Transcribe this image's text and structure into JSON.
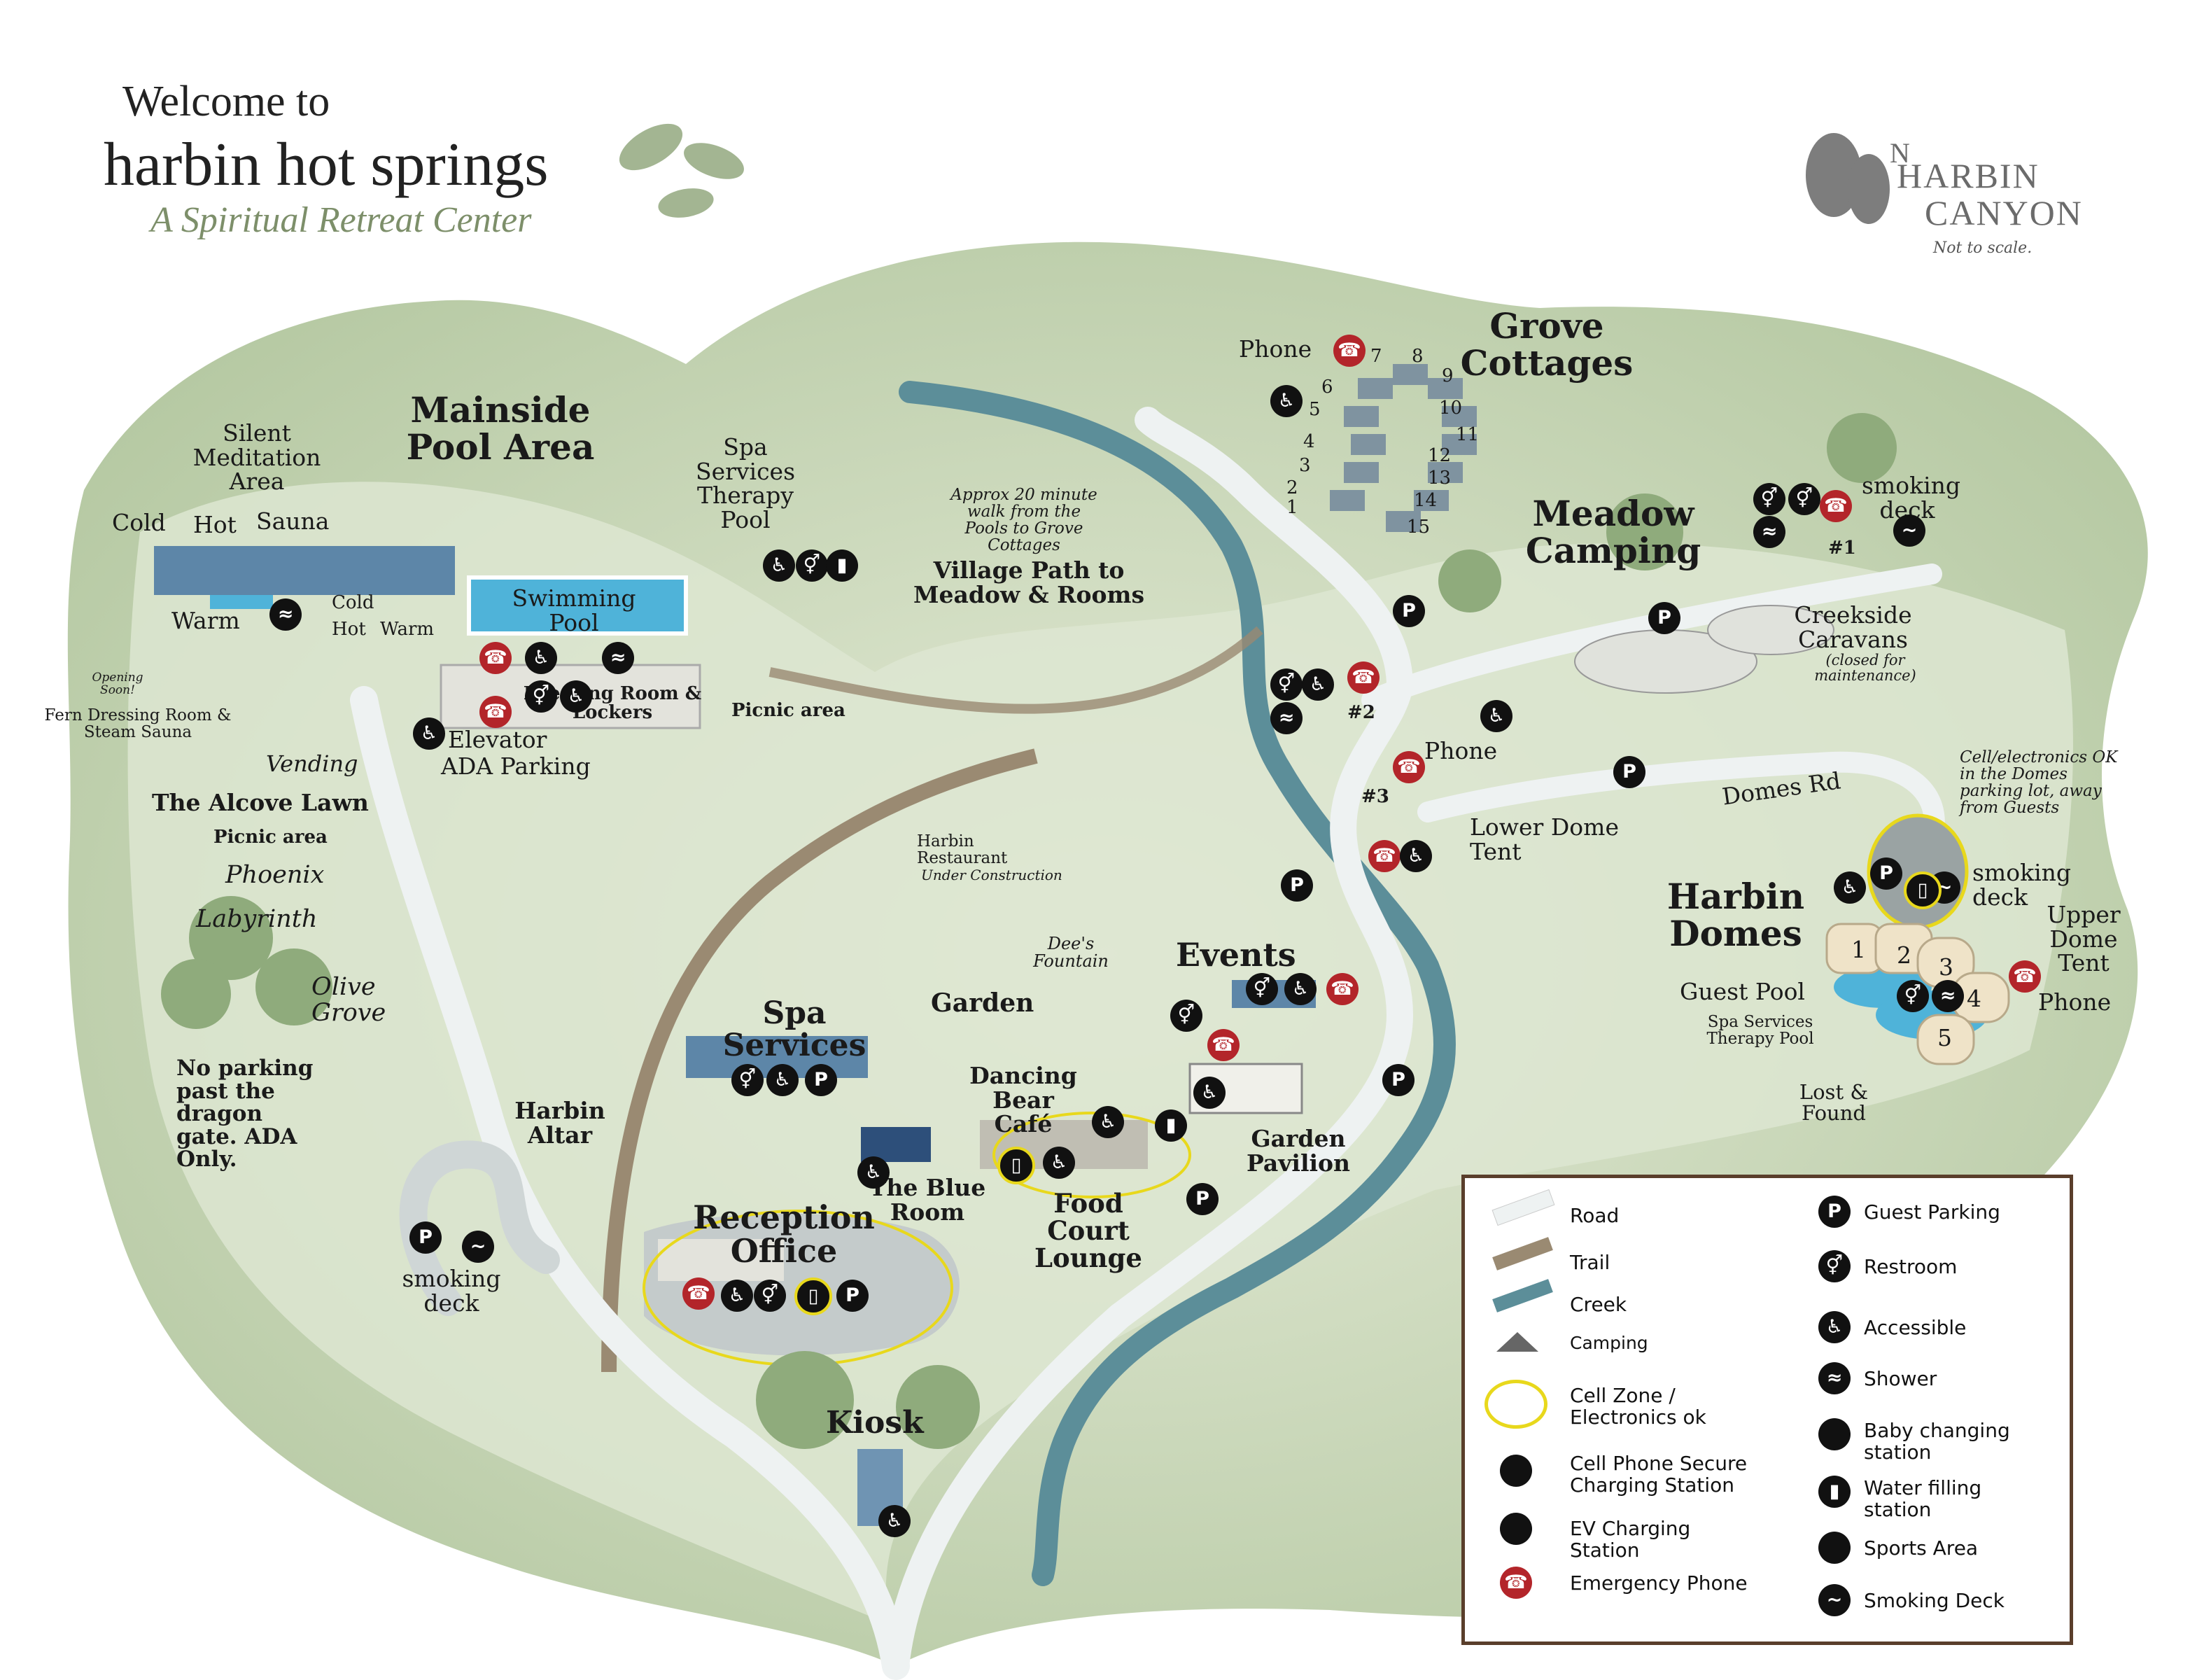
{
  "title": {
    "line1": "Welcome to",
    "line2": "harbin hot springs",
    "tagline": "A Spiritual Retreat Center"
  },
  "brand": {
    "line1": "HARBIN",
    "line2": "CANYON",
    "letter": "N",
    "note": "Not to scale."
  },
  "areas": {
    "mainside": "Mainside Pool Area",
    "silent": "Silent Meditation Area",
    "cold": "Cold",
    "hot": "Hot",
    "sauna": "Sauna",
    "warm": "Warm",
    "cold2": "Cold",
    "hot2": "Hot",
    "warm2": "Warm",
    "swimming": "Swimming Pool",
    "spa_pool": "Spa Services Therapy Pool",
    "dressing": "Dressing Room & Lockers",
    "elevator": "Elevator",
    "ada_parking": "ADA Parking",
    "picnic_area": "Picnic area",
    "opening_soon": "Opening Soon!",
    "fern": "Fern Dressing Room & Steam Sauna",
    "vending": "Vending",
    "alcove": "The Alcove Lawn",
    "alcove_picnic": "Picnic area",
    "phoenix": "Phoenix",
    "labyrinth": "Labyrinth",
    "olive": "Olive Grove",
    "no_parking": "No parking past the dragon gate. ADA Only.",
    "altar": "Harbin Altar",
    "smoking_deck_left": "smoking deck",
    "walk_note": "Approx 20 minute walk from the Pools to Grove Cottages",
    "village_path": "Village Path to Meadow & Rooms",
    "restaurant": "Harbin Restaurant",
    "under_construction": "Under Construction",
    "dees": "Dee's Fountain",
    "events": "Events",
    "garden": "Garden",
    "spa_services": "Spa Services",
    "dancing_bear": "Dancing Bear Café",
    "blue_room": "The Blue Room",
    "food_court": "Food Court Lounge",
    "garden_pavilion": "Garden Pavilion",
    "reception": "Reception Office",
    "kiosk": "Kiosk",
    "grove": "Grove Cottages",
    "phone_grove": "Phone",
    "meadow": "Meadow Camping",
    "smoking_deck_meadow": "smoking deck",
    "creekside": "Creekside Caravans",
    "closed": "(closed for maintenance)",
    "phone_mid": "Phone",
    "domes_rd": "Domes Rd",
    "lower_dome": "Lower Dome Tent",
    "cell_note": "Cell/electronics OK in the Domes parking lot, away from Guests",
    "harbin_domes": "Harbin Domes",
    "smoking_deck_domes": "smoking deck",
    "upper_dome": "Upper Dome Tent",
    "phone_domes": "Phone",
    "guest_pool": "Guest Pool",
    "spa_pool_domes": "Spa Services Therapy Pool",
    "lost_found": "Lost & Found",
    "restroom1": "#1",
    "restroom2": "#2",
    "restroom3": "#3"
  },
  "cottage_numbers": [
    "1",
    "2",
    "3",
    "4",
    "5",
    "6",
    "7",
    "8",
    "9",
    "10",
    "11",
    "12",
    "13",
    "14",
    "15"
  ],
  "dome_numbers": [
    "1",
    "2",
    "3",
    "4",
    "5"
  ],
  "icons": {
    "parking": "P",
    "phone": "☎",
    "accessible": "♿",
    "restroom": "⚥",
    "shower": "≈",
    "smoking": "~",
    "cell": "▯",
    "water": "▮"
  },
  "legend": {
    "road": "Road",
    "trail": "Trail",
    "creek": "Creek",
    "camping": "Camping",
    "cell_zone": "Cell Zone / Electronics ok",
    "charging": "Cell Phone Secure Charging Station",
    "ev": "EV Charging Station",
    "emergency": "Emergency Phone",
    "guest_parking": "Guest Parking",
    "restroom": "Restroom",
    "accessible": "Accessible",
    "shower": "Shower",
    "baby": "Baby changing station",
    "water": "Water filling station",
    "sports": "Sports Area",
    "smoking": "Smoking Deck"
  },
  "colors": {
    "hill_dark": "#a9bf97",
    "hill_light": "#d9e4cc",
    "road": "#e9eeee",
    "trail": "#9a8a72",
    "creek": "#5c8e99",
    "pool": "#4fb3d9",
    "frame": "#5a3e2b",
    "phone_red": "#b3252a"
  }
}
